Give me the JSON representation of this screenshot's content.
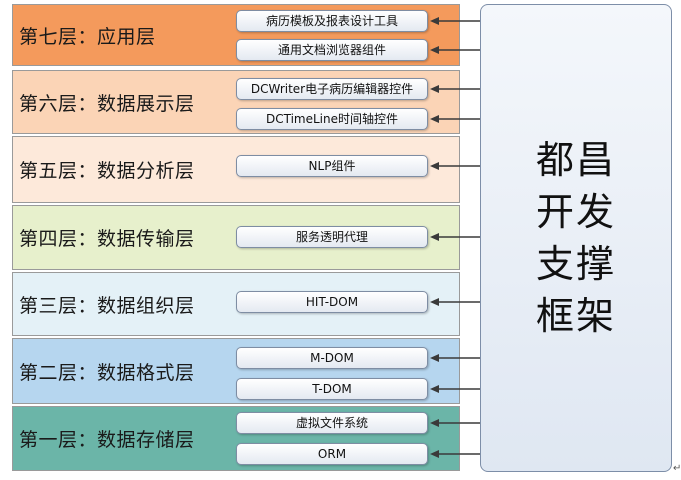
{
  "layers": [
    {
      "label": "第七层：应用层",
      "color": "#f49a5c",
      "components": [
        "病历模板及报表设计工具",
        "通用文档浏览器组件"
      ]
    },
    {
      "label": "第六层：数据展示层",
      "color": "#fbd4b6",
      "components": [
        "DCWriter电子病历编辑器控件",
        "DCTimeLine时间轴控件"
      ]
    },
    {
      "label": "第五层：数据分析层",
      "color": "#fde9da",
      "components": [
        "NLP组件"
      ]
    },
    {
      "label": "第四层：数据传输层",
      "color": "#e7f0cc",
      "components": [
        "服务透明代理"
      ]
    },
    {
      "label": "第三层：数据组织层",
      "color": "#e4f1f7",
      "components": [
        "HIT-DOM"
      ]
    },
    {
      "label": "第二层：数据格式层",
      "color": "#b6d6ef",
      "components": [
        "M-DOM",
        "T-DOM"
      ]
    },
    {
      "label": "第一层：数据存储层",
      "color": "#6bb5a8",
      "components": [
        "虚拟文件系统",
        "ORM"
      ]
    }
  ],
  "framework": {
    "label": "都昌开发支撑框架"
  },
  "corner_mark": "↵"
}
